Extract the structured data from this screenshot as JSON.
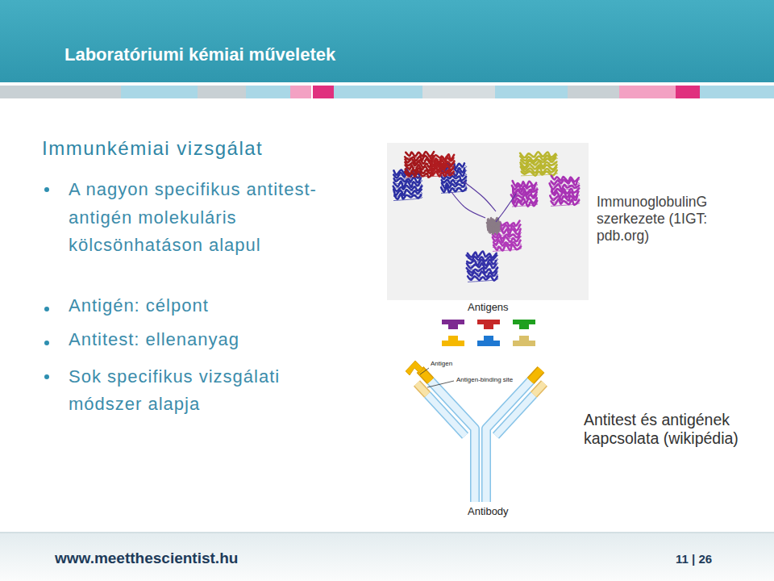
{
  "diagram": {
    "title": "Laboratóriumi kémiai műveletek",
    "labels": [
      "Immunkémiai vizsgálat",
      "A nagyon specifikus antitest-antigén molekuláris kölcsönhatáson alapul",
      "Antigén: célpont",
      "Antitest: ellenanyag",
      "Sok specifikus vizsgálati módszer alapja",
      "ImmunoglobulinG szerkezete (1IGT: pdb.org)",
      "Antigens",
      "Antigen",
      "Antigen-binding site",
      "Antibody",
      "Antitest és antigének kapcsolata (wikipédia)",
      "www.meetthescientist.hu",
      "11 | 26"
    ]
  }
}
